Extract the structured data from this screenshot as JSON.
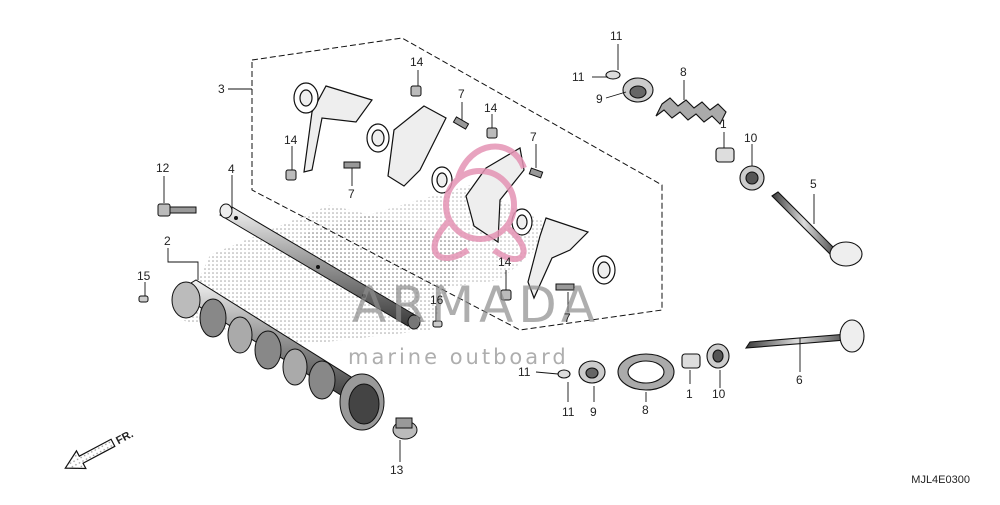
{
  "diagram": {
    "callouts": {
      "c1a": "1",
      "c1b": "1",
      "c2": "2",
      "c3": "3",
      "c4": "4",
      "c5": "5",
      "c6": "6",
      "c7a": "7",
      "c7b": "7",
      "c7c": "7",
      "c7d": "7",
      "c8a": "8",
      "c8b": "8",
      "c9a": "9",
      "c9b": "9",
      "c10a": "10",
      "c10b": "10",
      "c11a": "11",
      "c11b": "11",
      "c11c": "11",
      "c11d": "11",
      "c12": "12",
      "c13": "13",
      "c14a": "14",
      "c14b": "14",
      "c14c": "14",
      "c14d": "14",
      "c15": "15",
      "c16": "16"
    },
    "front_arrow_label": "FR.",
    "diagram_code": "MJL4E0300"
  },
  "watermark": {
    "brand": "ARMADA",
    "tagline": "marine outboard",
    "logo_color": "#e493b4",
    "text_color": "#8c8c8c"
  }
}
